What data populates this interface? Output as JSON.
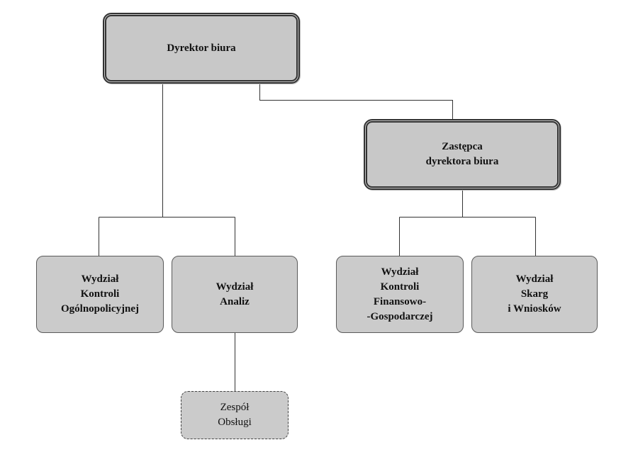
{
  "diagram": {
    "director": "Dyrektor biura",
    "deputy": "Zastępca\ndyrektora biura",
    "departments": [
      "Wydział\nKontroli\nOgólnopolicyjnej",
      "Wydział\nAnaliz",
      "Wydział\nKontroli\nFinansowo-\n-Gospodarczej",
      "Wydział\nSkarg\ni Wniosków"
    ],
    "team": "Zespół\nObsługi"
  },
  "colors": {
    "box_fill": "#cbcbcb",
    "border": "#333333",
    "line": "#333333"
  }
}
